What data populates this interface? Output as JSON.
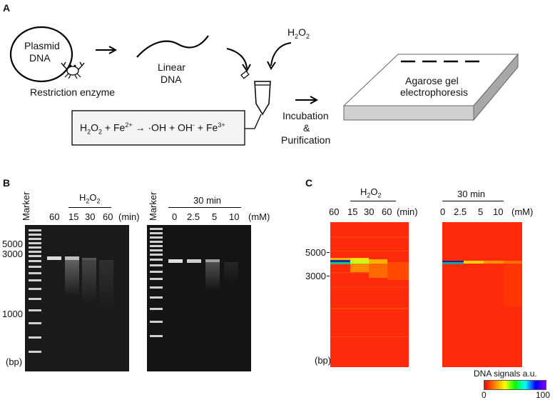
{
  "panel_labels": {
    "a": "A",
    "b": "B",
    "c": "C"
  },
  "schematic": {
    "plasmid": "Plasmid",
    "plasmid_dna": "DNA",
    "restriction_enzyme": "Restriction enzyme",
    "linear": "Linear",
    "linear_dna": "DNA",
    "h2o2": {
      "base": "H",
      "sub1": "2",
      "mid": "O",
      "sub2": "2"
    },
    "gel_line1": "Agarose gel",
    "gel_line2": "electrophoresis",
    "incubation": "Incubation",
    "ampersand": "&",
    "purification": "Purification",
    "reaction": {
      "p1": "H",
      "p1sub": "2",
      "p2": "O",
      "p2sub": "2",
      "p3": " + Fe",
      "p3sup": "2+",
      "p4": " → ·OH + OH",
      "p4sup": "-",
      "p5": " + Fe",
      "p5sup": "3+"
    }
  },
  "gel_b": {
    "marker": "Marker",
    "treatment_left": {
      "base": "H",
      "sub1": "2",
      "mid": "O",
      "sub2": "2"
    },
    "treatment_right": "30 min",
    "lanes_left": [
      "60",
      "15",
      "30",
      "60"
    ],
    "unit_left": "(min)",
    "lanes_right": [
      "0",
      "2.5",
      "5",
      "10"
    ],
    "unit_right": "(mM)",
    "sizes": [
      "5000",
      "3000",
      "1000"
    ],
    "bp": "(bp)"
  },
  "heatmap_c": {
    "treatment_left": {
      "base": "H",
      "sub1": "2",
      "mid": "O",
      "sub2": "2"
    },
    "treatment_right": "30 min",
    "lanes_left": [
      "60",
      "15",
      "30",
      "60"
    ],
    "unit_left": "(min)",
    "lanes_right": [
      "0",
      "2.5",
      "5",
      "10"
    ],
    "unit_right": "(mM)",
    "sizes": [
      "5000",
      "3000"
    ],
    "bp": "(bp)",
    "colorbar_title": "DNA signals a.u.",
    "colorbar_min": "0",
    "colorbar_max": "100",
    "colors": {
      "background": "#ff2a0a",
      "low": "#ff0000",
      "mid": "#ffff00",
      "high": "#7a22ff"
    }
  }
}
